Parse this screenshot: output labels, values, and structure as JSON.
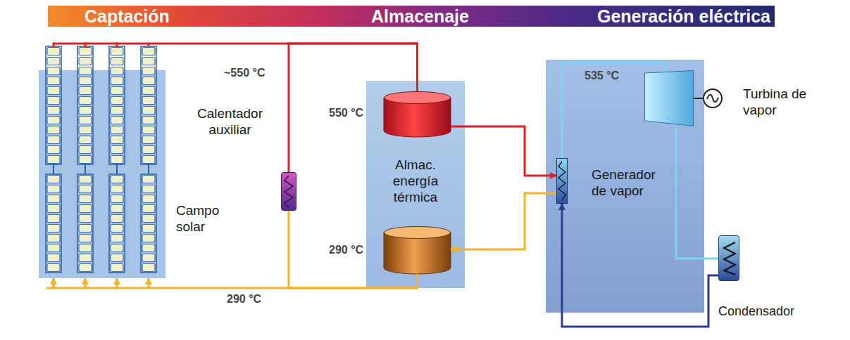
{
  "diagram": {
    "nodes": [
      {
        "text": [
          "Captación",
          "Almacenaje",
          "Generación eléctrica"
        ]
      },
      {
        "text": [
          "Campo solar"
        ]
      },
      {
        "text": [
          "Calentador auxiliar"
        ]
      },
      {
        "text": [
          "Almac. energía térmica"
        ]
      },
      {
        "text": [
          "550 °C"
        ],
        "in": 3
      },
      {
        "text": [
          "290 °C"
        ],
        "in": 3
      },
      {
        "text": [
          "535 °C"
        ]
      },
      {
        "text": [
          "Turbina de vapor"
        ],
        "in": 6
      },
      {
        "text": [
          "Generador de vapor"
        ],
        "in": 6
      },
      {
        "text": [
          "Condensador"
        ]
      }
    ],
    "edges": [
      {
        "from": 1,
        "to": 4,
        "arrow": "none"
      },
      {
        "from": 5,
        "to": 1,
        "arrow": "to"
      },
      {
        "from": 5,
        "to": 2,
        "arrow": "none"
      },
      {
        "from": 2,
        "to": 4,
        "arrow": "none"
      },
      {
        "from": 4,
        "to": 8,
        "arrow": "to"
      },
      {
        "from": 8,
        "to": 5,
        "arrow": "to"
      },
      {
        "from": 8,
        "to": 7,
        "arrow": "none"
      },
      {
        "from": 7,
        "to": 9,
        "arrow": "none"
      },
      {
        "from": 9,
        "to": 8,
        "arrow": "to"
      }
    ],
    "labels": [
      "~550 °C",
      "290 °C"
    ]
  }
}
